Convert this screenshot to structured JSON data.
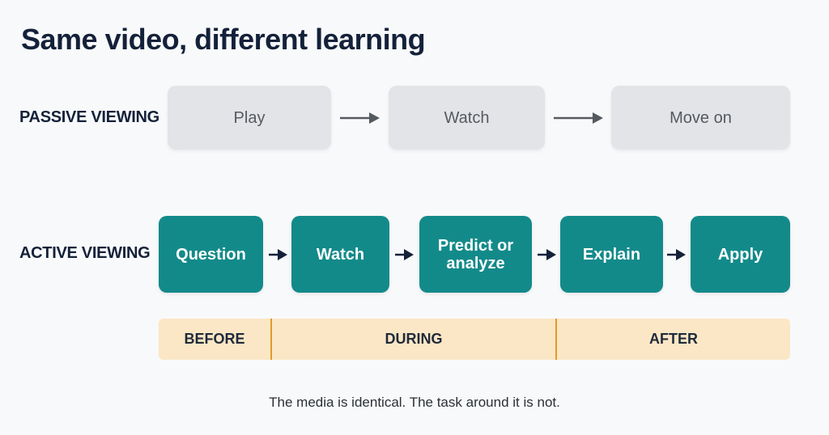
{
  "title": "Same video, different learning",
  "passive": {
    "label": "PASSIVE VIEWING",
    "steps": [
      "Play",
      "Watch",
      "Move on"
    ]
  },
  "active": {
    "label": "ACTIVE VIEWING",
    "steps": [
      "Question",
      "Watch",
      "Predict or analyze",
      "Explain",
      "Apply"
    ]
  },
  "phases": [
    "BEFORE",
    "DURING",
    "AFTER"
  ],
  "caption": "The media is identical. The task around it is not.",
  "colors": {
    "background": "#f8f9fa",
    "passive_box": "#e3e4e7",
    "passive_text": "#555a60",
    "active_box": "#138a8a",
    "active_text": "#ffffff",
    "phase_bar": "#fbe7c5",
    "phase_divider": "#e19a2b",
    "arrow_passive": "#555a60",
    "arrow_active": "#14213a"
  }
}
